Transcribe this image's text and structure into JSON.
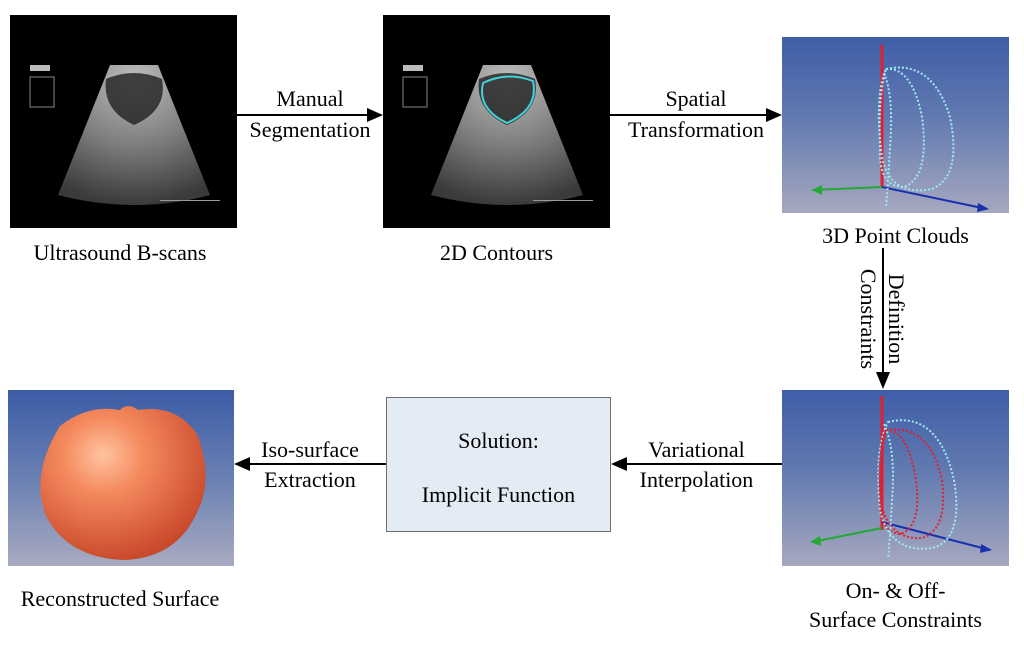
{
  "nodes": {
    "bscans": {
      "label": "Ultrasound B-scans"
    },
    "contours": {
      "label": "2D Contours"
    },
    "pointclouds": {
      "label": "3D Point Clouds"
    },
    "constraints": {
      "label_line1": "On- & Off-",
      "label_line2": "Surface Constraints"
    },
    "solution": {
      "line1": "Solution:",
      "line2": "Implicit Function"
    },
    "surface": {
      "label": "Reconstructed Surface"
    }
  },
  "edges": {
    "manual_segmentation": {
      "line1": "Manual",
      "line2": "Segmentation"
    },
    "spatial_transformation": {
      "line1": "Spatial",
      "line2": "Transformation"
    },
    "constraints_definition": {
      "line1": "Constraints",
      "line2": "Definition"
    },
    "variational_interpolation": {
      "line1": "Variational",
      "line2": "Interpolation"
    },
    "isosurface_extraction": {
      "line1": "Iso-surface",
      "line2": "Extraction"
    }
  },
  "colors": {
    "contour": "#3fd2d8",
    "point_cloud": "#9fe8f0",
    "off_surface": "#e02030",
    "surface": "#f06a40",
    "solution_fill": "#e3ebf5"
  }
}
